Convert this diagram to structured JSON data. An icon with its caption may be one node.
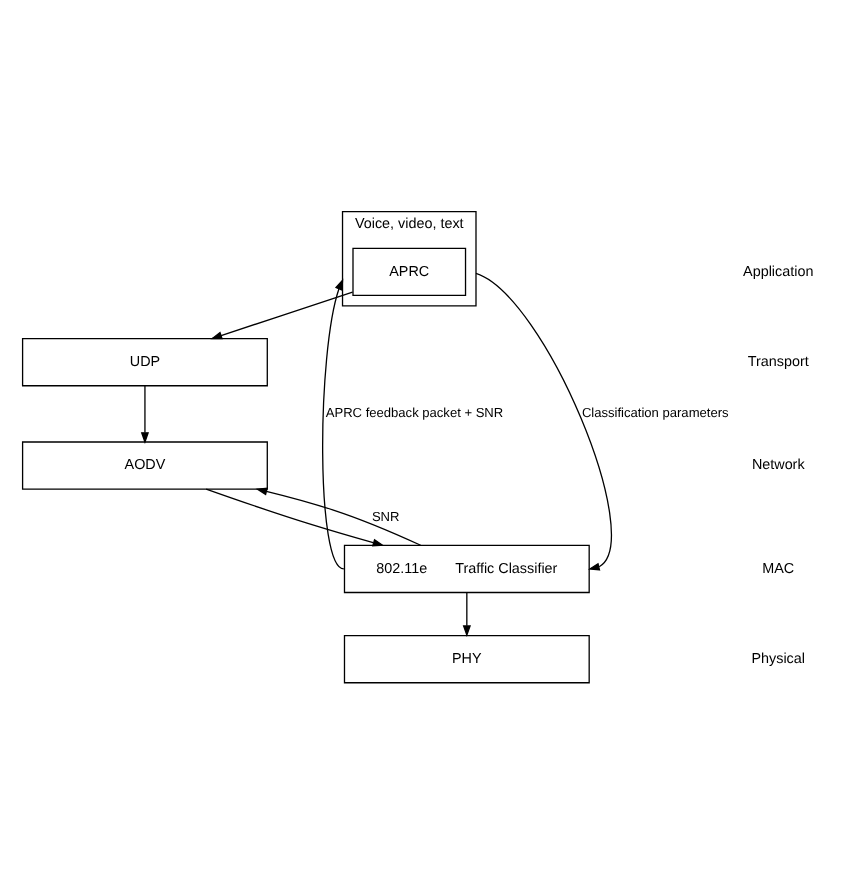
{
  "diagram": {
    "nodes": [
      {
        "text": [
          "Voice, video, text"
        ]
      },
      {
        "text": [
          "APRC"
        ],
        "in": 0
      },
      {
        "text": [
          "UDP"
        ]
      },
      {
        "text": [
          "AODV"
        ]
      },
      {
        "text": [
          "802.11e",
          "Traffic Classifier"
        ]
      },
      {
        "text": [
          "PHY"
        ]
      }
    ],
    "edges": [
      {
        "from": 1,
        "to": 2,
        "arrow": "to"
      },
      {
        "from": 2,
        "to": 3,
        "arrow": "to"
      },
      {
        "from": 3,
        "to": 4,
        "arrow": "to"
      },
      {
        "from": 4,
        "to": 3,
        "arrow": "to",
        "label": "SNR"
      },
      {
        "from": 4,
        "to": 5,
        "arrow": "to"
      },
      {
        "from": 4,
        "to": 0,
        "arrow": "to",
        "label": "APRC feedback packet + SNR"
      },
      {
        "from": 0,
        "to": 4,
        "arrow": "to",
        "label": "Classification parameters"
      }
    ],
    "labels": [
      "Application",
      "Transport",
      "Network",
      "MAC",
      "Physical"
    ]
  }
}
